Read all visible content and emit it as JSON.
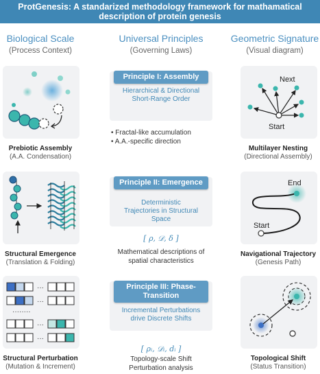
{
  "title": "ProtGenesis: A standarized methodology framework for mathamatical description of protein genesis",
  "columns": {
    "left": {
      "title": "Biological Scale",
      "subtitle": "(Process Context)"
    },
    "middle": {
      "title": "Universal Principles",
      "subtitle": "(Governing Laws)"
    },
    "right": {
      "title": "Geometric Signature",
      "subtitle": "(Visual diagram)"
    }
  },
  "rows": [
    {
      "left": {
        "title": "Prebiotic Assembly",
        "subtitle": "(A.A. Condensation)"
      },
      "principle": "Principle I: Assembly",
      "principle_desc": "Hierarchical & Directional Short-Range Order",
      "bullets": [
        "Fractal-like accumulation",
        "A.A.-specific direction"
      ],
      "right": {
        "title": "Multilayer Nesting",
        "subtitle": "(Directional Assembly)",
        "label_next": "Next",
        "label_start": "Start"
      }
    },
    {
      "left": {
        "title": "Structural Emergence",
        "subtitle": "(Translation & Folding)"
      },
      "principle": "Principle II: Emergence",
      "principle_desc": "Deterministic Trajectories in Structural Space",
      "formula": "[ ρ, 𝒟, δ ]",
      "notes": "Mathematical descriptions of spatial characteristics",
      "right": {
        "title": "Navigational Trajectory",
        "subtitle": "(Genesis Path)",
        "label_end": "End",
        "label_start": "Start"
      }
    },
    {
      "left": {
        "title": "Structural Perturbation",
        "subtitle": "(Mutation & Increment)"
      },
      "principle": "Principle III: Phase-Transition",
      "principle_desc": "Incremental Perturbations drive Discrete Shifts",
      "formula": "[ ρᵢ, 𝒟ᵢ, dᵢ ]",
      "notes_line1": "Topology-scale Shift",
      "notes_line2": "Perturbation analysis",
      "right": {
        "title": "Topological Shift",
        "subtitle": "(Status Transition)"
      }
    }
  ],
  "colors": {
    "banner": "#3f87b5",
    "teal": "#3bb6ad",
    "blue": "#3c6fc4",
    "principle": "#5f9bc4"
  }
}
